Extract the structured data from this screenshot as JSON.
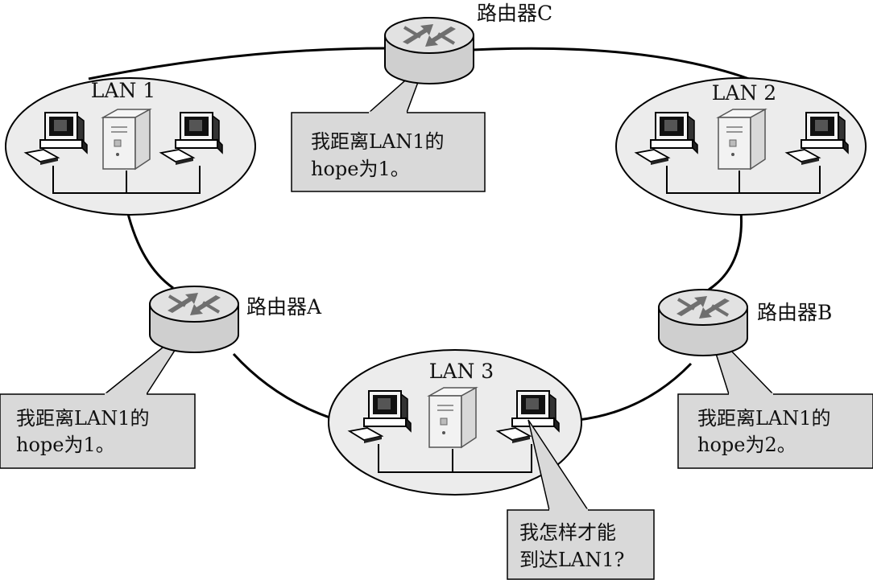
{
  "routers": {
    "a": {
      "label": "路由器A"
    },
    "b": {
      "label": "路由器B"
    },
    "c": {
      "label": "路由器C"
    }
  },
  "lans": {
    "lan1": {
      "label": "LAN 1"
    },
    "lan2": {
      "label": "LAN 2"
    },
    "lan3": {
      "label": "LAN 3"
    }
  },
  "callouts": {
    "router_a": {
      "line1": "我距离LAN1的",
      "line2": "hope为1。"
    },
    "router_b": {
      "line1": "我距离LAN1的",
      "line2": "hope为2。"
    },
    "router_c": {
      "line1": "我距离LAN1的",
      "line2": "hope为1。"
    },
    "host": {
      "line1": "我怎样才能",
      "line2": "到达LAN1?"
    }
  },
  "colors": {
    "ellipse_fill": "#ececec",
    "router_fill": "#d6d6d6",
    "bubble_fill": "#d9d9d9",
    "arrow_gray": "#7a7a7a"
  }
}
